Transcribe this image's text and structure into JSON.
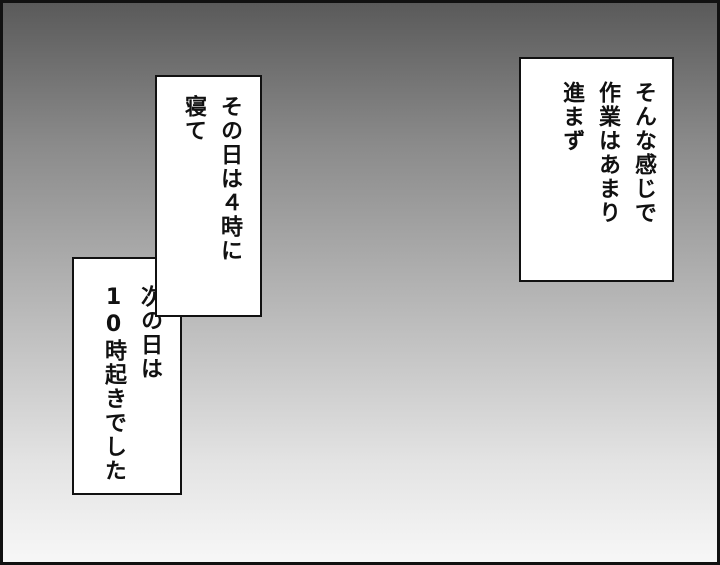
{
  "captions": {
    "right": {
      "lines": [
        "そんな感じで",
        "作業はあまり",
        "進まず"
      ]
    },
    "top_left": {
      "lines": [
        "その日は４時に",
        "寝て"
      ]
    },
    "bottom_left": {
      "lines": [
        "次の日は",
        "10時起きでした"
      ]
    }
  }
}
